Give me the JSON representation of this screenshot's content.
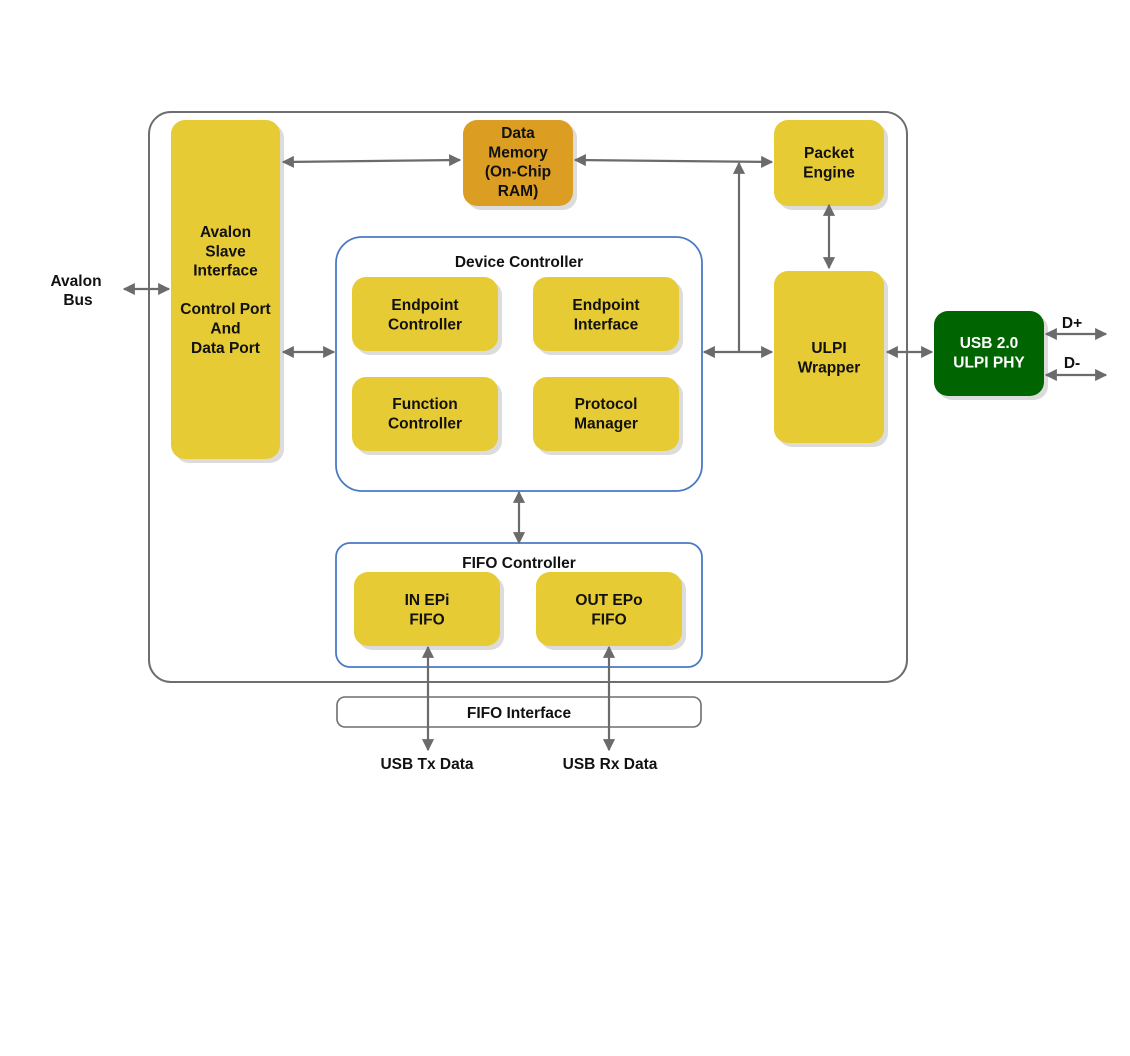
{
  "diagram": {
    "colors": {
      "block_yellow": "#e6cb34",
      "block_orange": "#dc9e22",
      "block_green": "#006400",
      "container_border": "#6e6e6e",
      "group_border": "#4a7ac6",
      "arrow": "#6b6b6b",
      "shadow": "#dcdcdc"
    },
    "external": {
      "avalon_bus": [
        "Avalon",
        "Bus"
      ],
      "usb_tx": "USB Tx Data",
      "usb_rx": "USB Rx Data",
      "d_plus": "D+",
      "d_minus": "D-"
    },
    "blocks": {
      "avalon_slave": [
        "Avalon",
        "Slave",
        "Interface",
        "",
        "Control Port",
        "And",
        "Data Port"
      ],
      "data_memory": [
        "Data",
        "Memory",
        "(On-Chip",
        "RAM)"
      ],
      "packet_engine": [
        "Packet",
        "Engine"
      ],
      "ulpi_wrapper": [
        "ULPI",
        "Wrapper"
      ],
      "usb_phy": [
        "USB 2.0",
        "ULPI PHY"
      ],
      "fifo_interface": "FIFO Interface"
    },
    "device_controller": {
      "title": "Device Controller",
      "blocks": {
        "endpoint_controller": [
          "Endpoint",
          "Controller"
        ],
        "endpoint_interface": [
          "Endpoint",
          "Interface"
        ],
        "function_controller": [
          "Function",
          "Controller"
        ],
        "protocol_manager": [
          "Protocol",
          "Manager"
        ]
      }
    },
    "fifo_controller": {
      "title": "FIFO Controller",
      "blocks": {
        "in_fifo": [
          "IN EPi",
          "FIFO"
        ],
        "out_fifo": [
          "OUT EPo",
          "FIFO"
        ]
      }
    }
  }
}
